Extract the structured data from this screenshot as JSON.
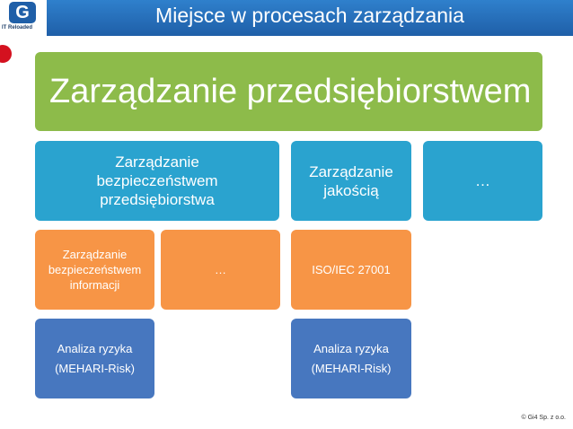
{
  "header": {
    "title": "Miejsce w procesach zarządzania",
    "logo_letter": "G",
    "logo_caption": "IT Reloaded"
  },
  "boxes": {
    "enterprise_mgmt": "Zarządzanie przedsiębiorstwem",
    "enterprise_security_mgmt": "Zarządzanie bezpieczeństwem przedsiębiorstwa",
    "quality_mgmt": "Zarządzanie jakością",
    "more_top": "…",
    "info_security_mgmt": "Zarządzanie bezpieczeństwem informacji",
    "more_middle": "…",
    "iso": "ISO/IEC 27001",
    "risk_left_line1": "Analiza ryzyka",
    "risk_left_line2": "(MEHARI-Risk)",
    "risk_right_line1": "Analiza ryzyka",
    "risk_right_line2": "(MEHARI-Risk)"
  },
  "footer": {
    "copyright": "© Gi4 Sp. z o.o."
  },
  "colors": {
    "header": "#1f5fa8",
    "level1": "#8dbb4a",
    "level2": "#2aa3cf",
    "level3": "#f79546",
    "level4": "#4777bf",
    "accent": "#d4111f"
  }
}
